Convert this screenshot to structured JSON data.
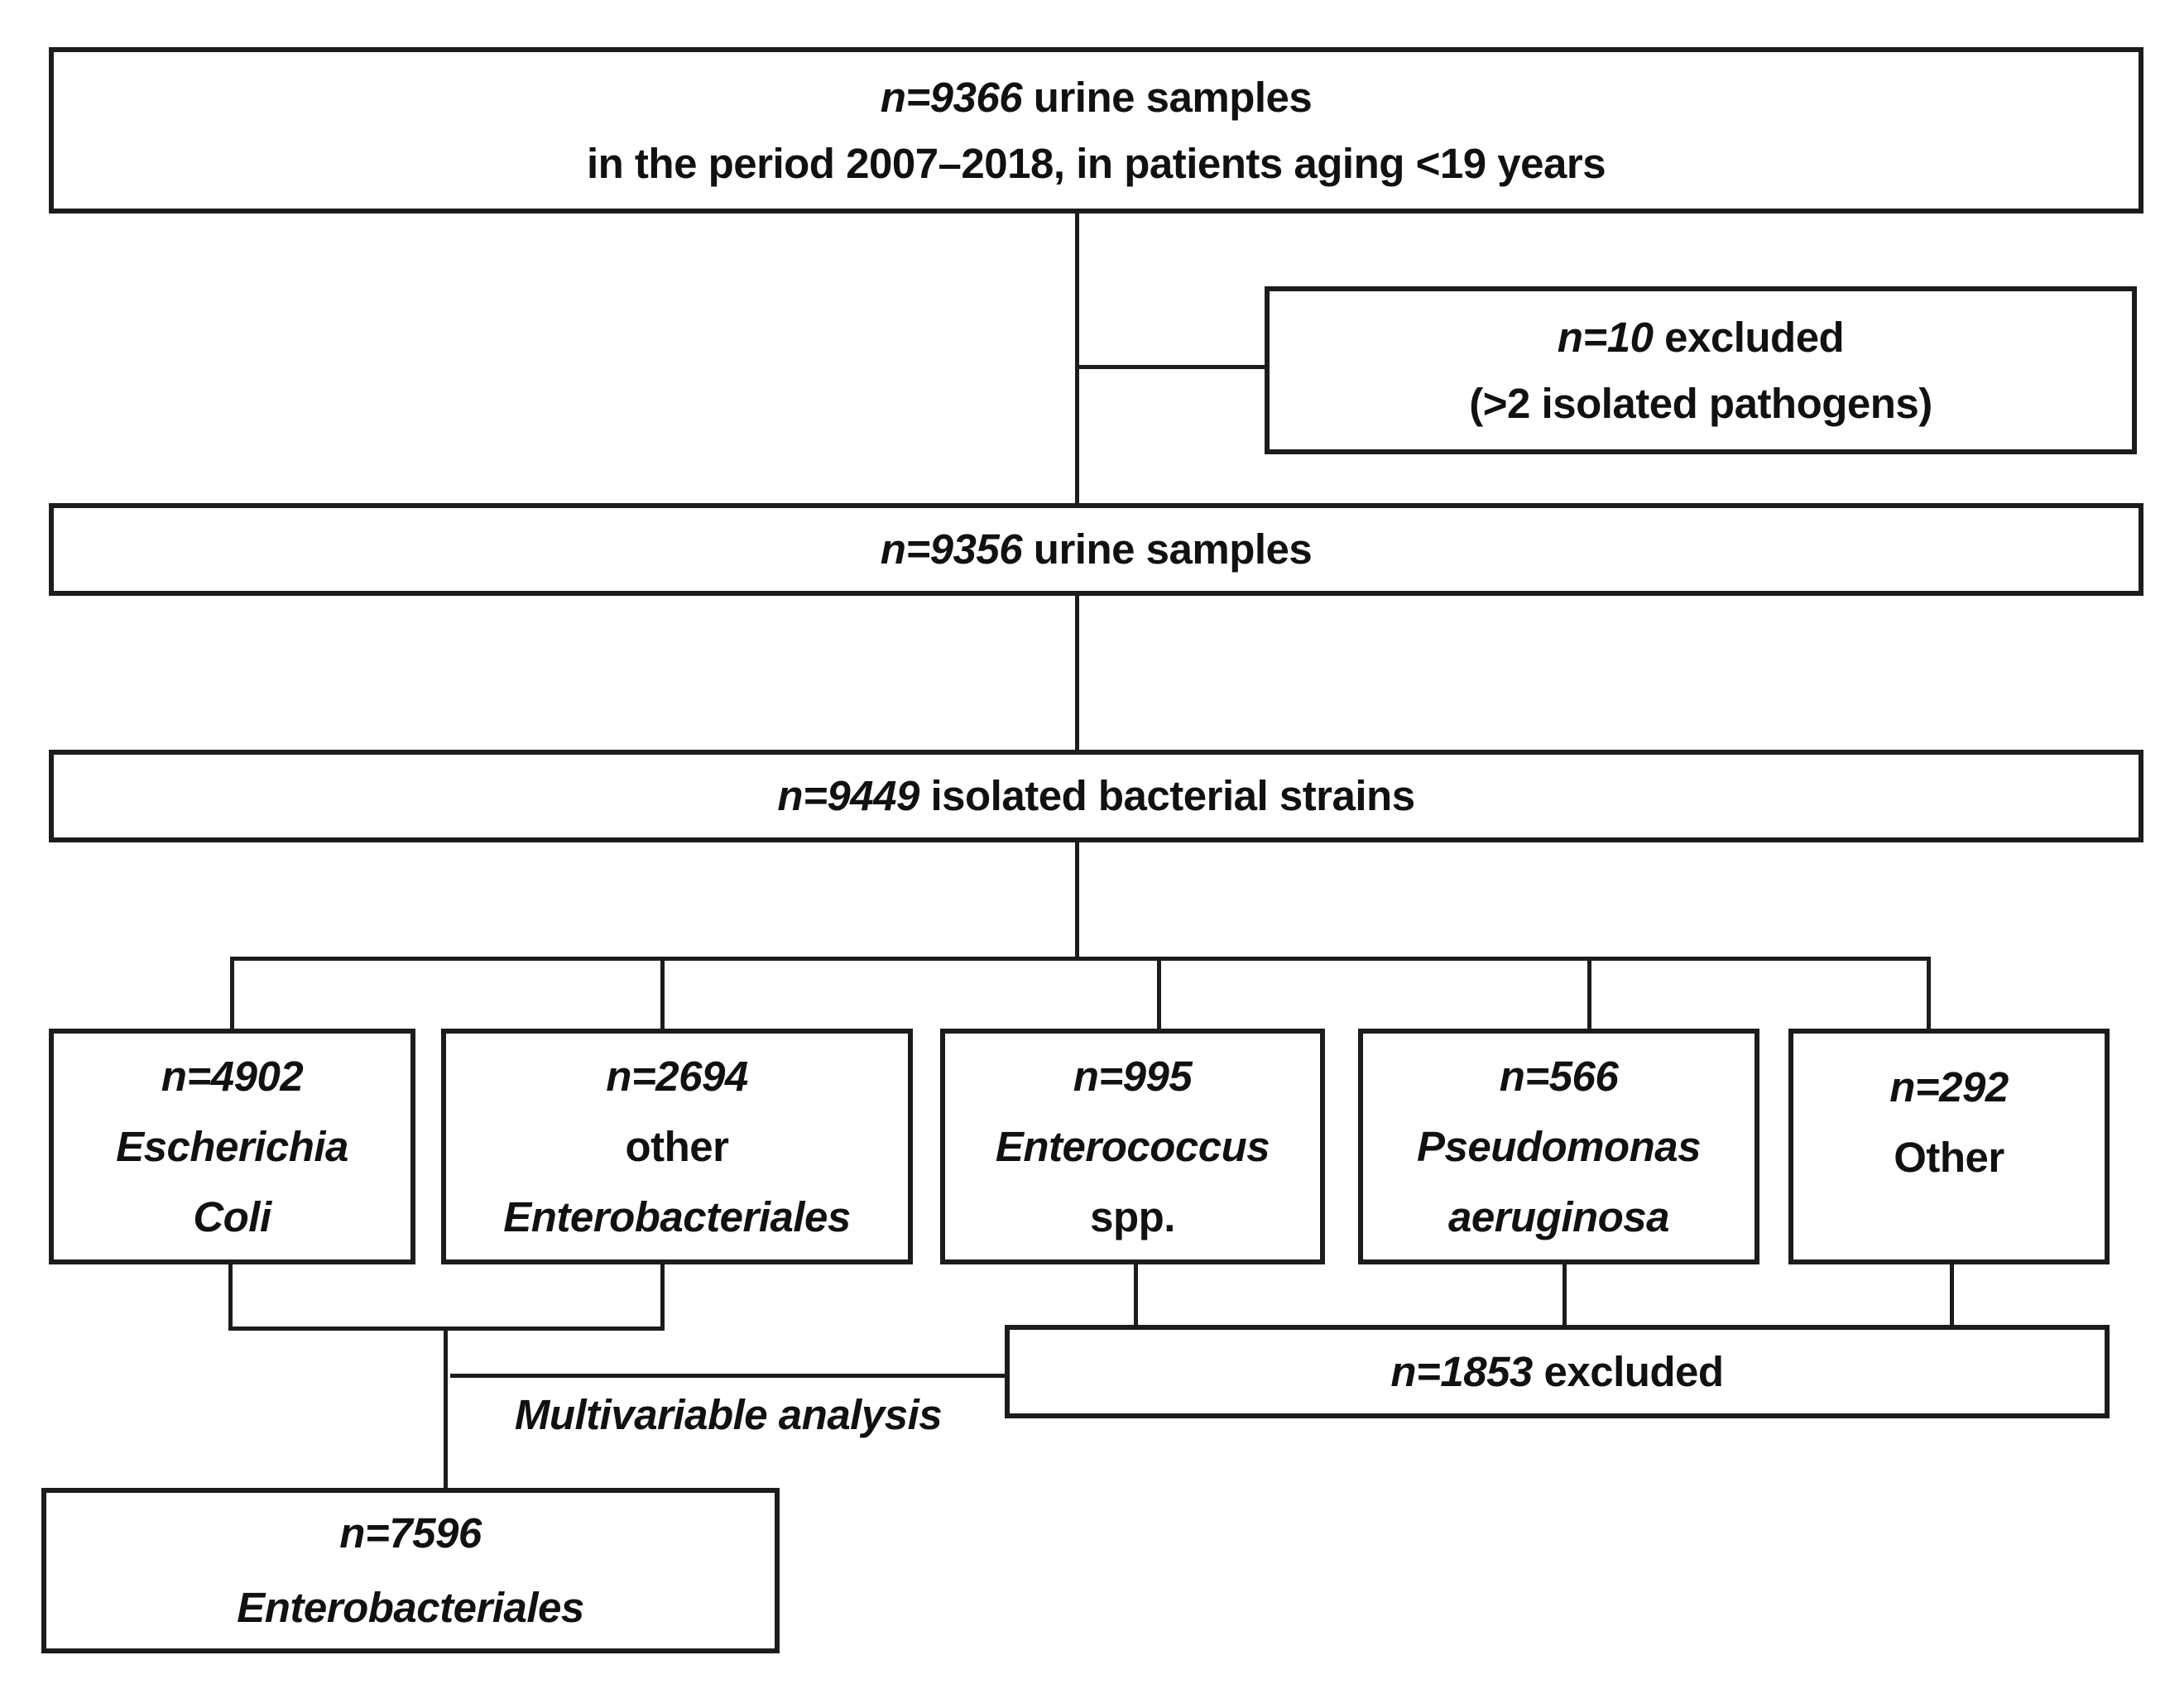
{
  "diagram": {
    "top_box": {
      "n": "n=9366",
      "rest": " urine samples",
      "line2": "in the period 2007–2018, in patients aging <19 years"
    },
    "excluded_10": {
      "n": "n=10",
      "rest": " excluded",
      "line2": "(>2 isolated pathogens)"
    },
    "samples_9356": {
      "n": "n=9356",
      "rest": " urine samples"
    },
    "strains_9449": {
      "n": "n=9449",
      "rest": " isolated bacterial strains"
    },
    "ecoli": {
      "n": "n=4902",
      "line2": "Escherichia",
      "line3": "Coli"
    },
    "other_enterobacteriales": {
      "n": "n=2694",
      "line2": "other",
      "line3": "Enterobacteriales"
    },
    "enterococcus": {
      "n": "n=995",
      "line2": "Enterococcus",
      "line3": "spp."
    },
    "pseudomonas": {
      "n": "n=566",
      "line2": "Pseudomonas",
      "line3": "aeruginosa"
    },
    "other_species": {
      "n": "n=292",
      "line2": "Other"
    },
    "excluded_1853": {
      "n": "n=1853",
      "rest": " excluded"
    },
    "enterobacteriales_7596": {
      "n": "n=7596",
      "line2": "Enterobacteriales"
    },
    "multivariable_label": "Multivariable analysis"
  }
}
